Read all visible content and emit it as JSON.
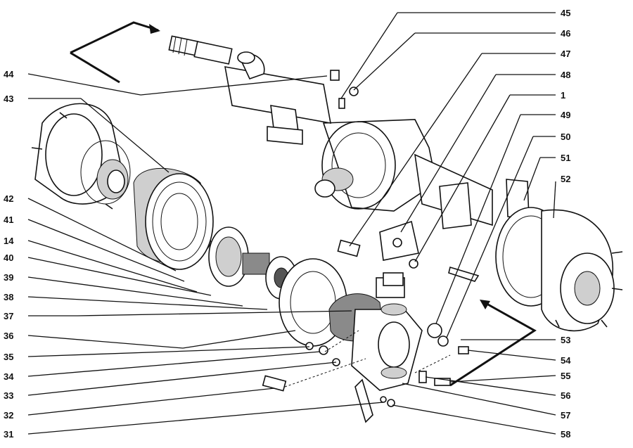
{
  "callouts": {
    "left": [
      "44",
      "43",
      "42",
      "41",
      "14",
      "40",
      "39",
      "38",
      "37",
      "36",
      "35",
      "34",
      "33",
      "32",
      "31"
    ],
    "right": [
      "45",
      "46",
      "47",
      "48",
      "1",
      "49",
      "50",
      "51",
      "52",
      "53",
      "54",
      "55",
      "56",
      "57",
      "58"
    ]
  },
  "colors": {
    "ink": "#111111",
    "paper": "#ffffff",
    "shade": "#cfcfcf"
  }
}
